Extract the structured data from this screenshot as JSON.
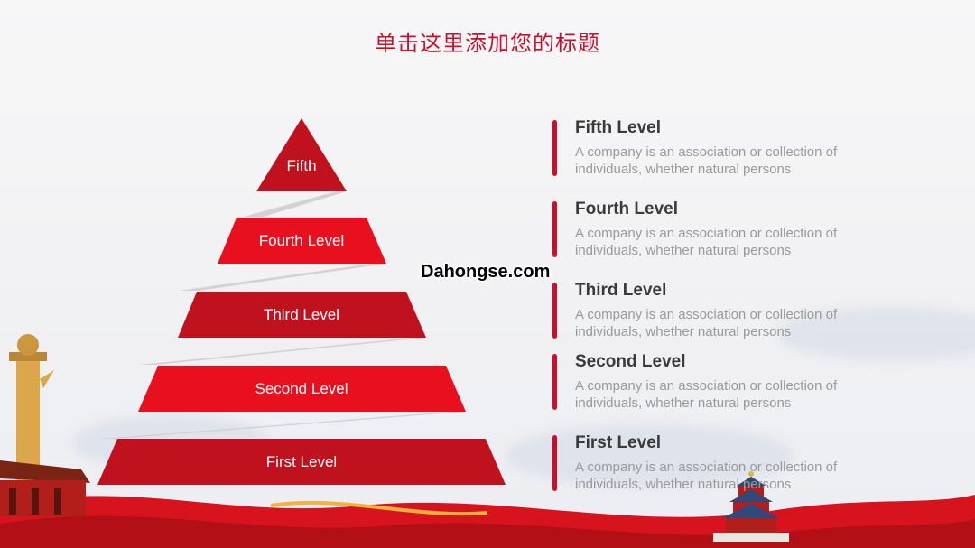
{
  "title": "单击这里添加您的标题",
  "pyramid": {
    "tiers": [
      "Fifth",
      "Fourth Level",
      "Third Level",
      "Second Level",
      "First Level"
    ]
  },
  "levels": [
    {
      "title": "Fifth Level",
      "desc": "A company is an association or collection of individuals, whether natural persons"
    },
    {
      "title": "Fourth Level",
      "desc": "A company is an association or collection of individuals, whether natural persons"
    },
    {
      "title": "Third Level",
      "desc": "A company is an association or collection of individuals, whether natural persons"
    },
    {
      "title": "Second Level",
      "desc": "A company is an association or collection of individuals, whether natural persons"
    },
    {
      "title": "First Level",
      "desc": "A company is an association or collection of individuals, whether natural persons"
    }
  ],
  "watermark": "Dahongse.com",
  "colors": {
    "accent": "#c8102e",
    "bright_red": "#e8101f",
    "dark_red": "#c0121e"
  }
}
